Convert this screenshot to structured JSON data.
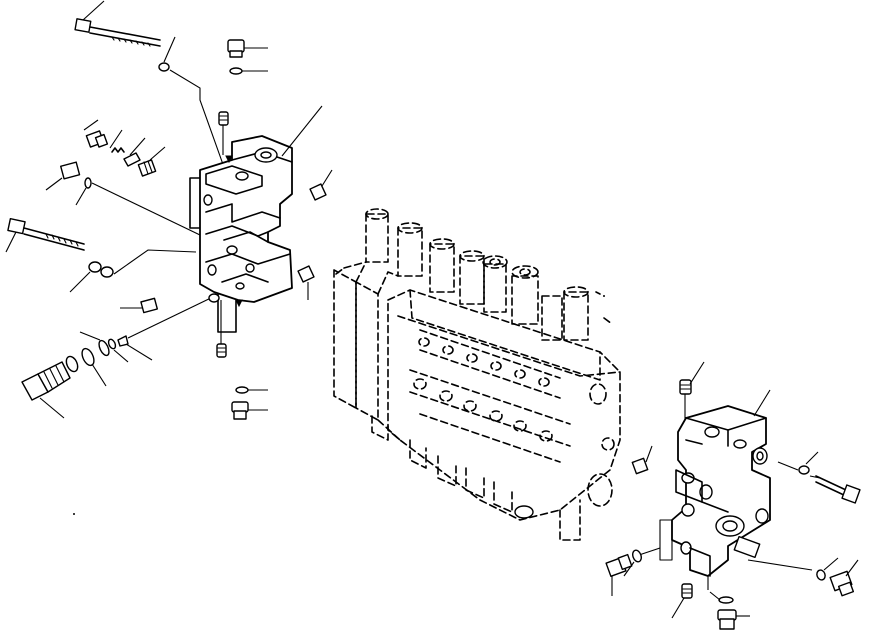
{
  "figure": {
    "callout_count": 40
  },
  "parts": [
    {
      "id": "left-long-bolt-top",
      "icon": "bolt-icon"
    },
    {
      "id": "left-washer-top",
      "icon": "washer-icon"
    },
    {
      "id": "left-plug-top",
      "icon": "plug-icon"
    },
    {
      "id": "left-oring-top",
      "icon": "o-ring-icon"
    },
    {
      "id": "left-small-plug",
      "icon": "plug-icon"
    },
    {
      "id": "left-valve-section",
      "icon": "valve-section-icon"
    },
    {
      "id": "left-fitting",
      "icon": "fitting-icon"
    },
    {
      "id": "left-spring",
      "icon": "spring-icon"
    },
    {
      "id": "left-poppet",
      "icon": "poppet-icon"
    },
    {
      "id": "left-plug-side",
      "icon": "plug-icon"
    },
    {
      "id": "left-oring-side",
      "icon": "o-ring-icon"
    },
    {
      "id": "left-long-bolt-lower",
      "icon": "bolt-icon"
    },
    {
      "id": "left-washer-lower",
      "icon": "washer-icon"
    },
    {
      "id": "left-plug-right",
      "icon": "plug-icon"
    },
    {
      "id": "left-plug-lower",
      "icon": "plug-icon"
    },
    {
      "id": "left-relief-valve",
      "icon": "relief-valve-icon"
    },
    {
      "id": "left-backup-ring",
      "icon": "backup-ring-icon"
    },
    {
      "id": "left-oring-lower",
      "icon": "o-ring-icon"
    },
    {
      "id": "left-small-poppet",
      "icon": "poppet-icon"
    },
    {
      "id": "left-bottom-plug",
      "icon": "plug-icon"
    },
    {
      "id": "left-bottom-oring",
      "icon": "o-ring-icon"
    },
    {
      "id": "left-bottom-fitting",
      "icon": "fitting-icon"
    },
    {
      "id": "main-valve-assembly",
      "icon": "control-valve-icon"
    },
    {
      "id": "right-top-plug",
      "icon": "plug-icon"
    },
    {
      "id": "right-end-section",
      "icon": "valve-section-icon"
    },
    {
      "id": "right-washer",
      "icon": "washer-icon"
    },
    {
      "id": "right-bolt",
      "icon": "bolt-icon"
    },
    {
      "id": "right-side-plug",
      "icon": "plug-icon"
    },
    {
      "id": "right-oring-left",
      "icon": "o-ring-icon"
    },
    {
      "id": "right-fitting-left",
      "icon": "fitting-icon"
    },
    {
      "id": "right-bottom-plug",
      "icon": "plug-icon"
    },
    {
      "id": "right-oring-right",
      "icon": "o-ring-icon"
    },
    {
      "id": "right-fitting-right",
      "icon": "fitting-icon"
    },
    {
      "id": "right-bottom-oring",
      "icon": "o-ring-icon"
    },
    {
      "id": "right-bottom-fitting",
      "icon": "fitting-icon"
    }
  ]
}
